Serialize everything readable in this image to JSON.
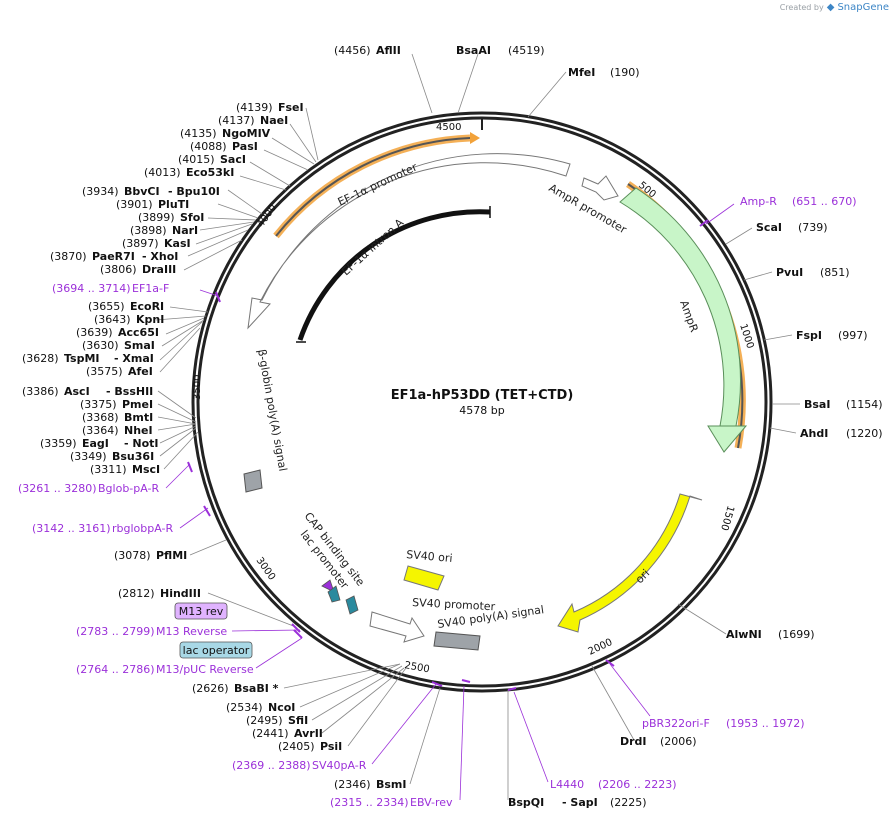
{
  "branding": {
    "created_by": "Created by",
    "app": "SnapGene"
  },
  "plasmid": {
    "name": "EF1a-hP53DD (TET+CTD)",
    "size_label": "4578 bp",
    "length": 4578
  },
  "colors": {
    "backbone": "#222222",
    "primer": "#9b30d9",
    "ampr": "#c8f5c8",
    "ori": "#f5f500",
    "sv40ori": "#f5f500",
    "polyA": "#9ea3a8",
    "highlight": "#f2a23a",
    "m13rev_bg": "#e0b3ff",
    "lacop_bg": "#a8d8e6"
  },
  "ticks": [
    "500",
    "1000",
    "1500",
    "2000",
    "2500",
    "3000",
    "3500",
    "4000",
    "4500"
  ],
  "sites": [
    {
      "pos": "(4456)",
      "name": "AflII",
      "name2": ""
    },
    {
      "pos": "(4519)",
      "name": "BsaAI",
      "name2": ""
    },
    {
      "pos": "(190)",
      "name": "MfeI",
      "name2": ""
    },
    {
      "pos": "(4139)",
      "name": "FseI",
      "name2": ""
    },
    {
      "pos": "(4137)",
      "name": "NaeI",
      "name2": ""
    },
    {
      "pos": "(4135)",
      "name": "NgoMIV",
      "name2": ""
    },
    {
      "pos": "(4088)",
      "name": "PasI",
      "name2": ""
    },
    {
      "pos": "(4015)",
      "name": "SacI",
      "name2": ""
    },
    {
      "pos": "(4013)",
      "name": "Eco53kI",
      "name2": ""
    },
    {
      "pos": "(3934)",
      "name": "BbvCI",
      "name2": "Bpu10I"
    },
    {
      "pos": "(3901)",
      "name": "PluTI",
      "name2": ""
    },
    {
      "pos": "(3899)",
      "name": "SfoI",
      "name2": ""
    },
    {
      "pos": "(3898)",
      "name": "NarI",
      "name2": ""
    },
    {
      "pos": "(3897)",
      "name": "KasI",
      "name2": ""
    },
    {
      "pos": "(3870)",
      "name": "PaeR7I",
      "name2": "XhoI"
    },
    {
      "pos": "(3806)",
      "name": "DraIII",
      "name2": ""
    },
    {
      "pos": "(3655)",
      "name": "EcoRI",
      "name2": ""
    },
    {
      "pos": "(3643)",
      "name": "KpnI",
      "name2": ""
    },
    {
      "pos": "(3639)",
      "name": "Acc65I",
      "name2": ""
    },
    {
      "pos": "(3630)",
      "name": "SmaI",
      "name2": ""
    },
    {
      "pos": "(3628)",
      "name": "TspMI",
      "name2": "XmaI"
    },
    {
      "pos": "(3575)",
      "name": "AfeI",
      "name2": ""
    },
    {
      "pos": "(3386)",
      "name": "AscI",
      "name2": "BssHII"
    },
    {
      "pos": "(3375)",
      "name": "PmeI",
      "name2": ""
    },
    {
      "pos": "(3368)",
      "name": "BmtI",
      "name2": ""
    },
    {
      "pos": "(3364)",
      "name": "NheI",
      "name2": ""
    },
    {
      "pos": "(3359)",
      "name": "EagI",
      "name2": "NotI"
    },
    {
      "pos": "(3349)",
      "name": "Bsu36I",
      "name2": ""
    },
    {
      "pos": "(3311)",
      "name": "MscI",
      "name2": ""
    },
    {
      "pos": "(3078)",
      "name": "PflMI",
      "name2": ""
    },
    {
      "pos": "(2812)",
      "name": "HindIII",
      "name2": ""
    },
    {
      "pos": "(2626)",
      "name": "BsaBI *",
      "name2": ""
    },
    {
      "pos": "(2534)",
      "name": "NcoI",
      "name2": ""
    },
    {
      "pos": "(2495)",
      "name": "SfiI",
      "name2": ""
    },
    {
      "pos": "(2441)",
      "name": "AvrII",
      "name2": ""
    },
    {
      "pos": "(2405)",
      "name": "PsiI",
      "name2": ""
    },
    {
      "pos": "(2346)",
      "name": "BsmI",
      "name2": ""
    },
    {
      "pos": "(2225)",
      "name": "BspQI",
      "name2": "SapI"
    },
    {
      "pos": "(2006)",
      "name": "DrdI",
      "name2": ""
    },
    {
      "pos": "(1699)",
      "name": "AlwNI",
      "name2": ""
    },
    {
      "pos": "(1220)",
      "name": "AhdI",
      "name2": ""
    },
    {
      "pos": "(1154)",
      "name": "BsaI",
      "name2": ""
    },
    {
      "pos": "(997)",
      "name": "FspI",
      "name2": ""
    },
    {
      "pos": "(851)",
      "name": "PvuI",
      "name2": ""
    },
    {
      "pos": "(739)",
      "name": "ScaI",
      "name2": ""
    }
  ],
  "primers": [
    {
      "range": "(651 .. 670)",
      "name": "Amp-R"
    },
    {
      "range": "(3694 .. 3714)",
      "name": "EF1a-F"
    },
    {
      "range": "(3261 .. 3280)",
      "name": "Bglob-pA-R"
    },
    {
      "range": "(3142 .. 3161)",
      "name": "rbglobpA-R"
    },
    {
      "range": "(2783 .. 2799)",
      "name": "M13 Reverse"
    },
    {
      "range": "(2764 .. 2786)",
      "name": "M13/pUC Reverse"
    },
    {
      "range": "(2369 .. 2388)",
      "name": "SV40pA-R"
    },
    {
      "range": "(2315 .. 2334)",
      "name": "EBV-rev"
    },
    {
      "range": "(2206 .. 2223)",
      "name": "L4440"
    },
    {
      "range": "(1953 .. 1972)",
      "name": "pBR322ori-F"
    }
  ],
  "features": {
    "ef1a_promoter": "EF-1α promoter",
    "ampr_promoter": "AmpR promoter",
    "ef1a_intron": "EF-1α intron A",
    "ampr": "AmpR",
    "bglobin_polya": "β-globin poly(A) signal",
    "ori": "ori",
    "cap_site": "CAP binding site",
    "lac_promoter": "lac promoter",
    "sv40_ori": "SV40 ori",
    "sv40_promoter": "SV40 promoter",
    "sv40_polya": "SV40 poly(A) signal",
    "m13rev_box": "M13 rev",
    "lacop_box": "lac operator"
  }
}
